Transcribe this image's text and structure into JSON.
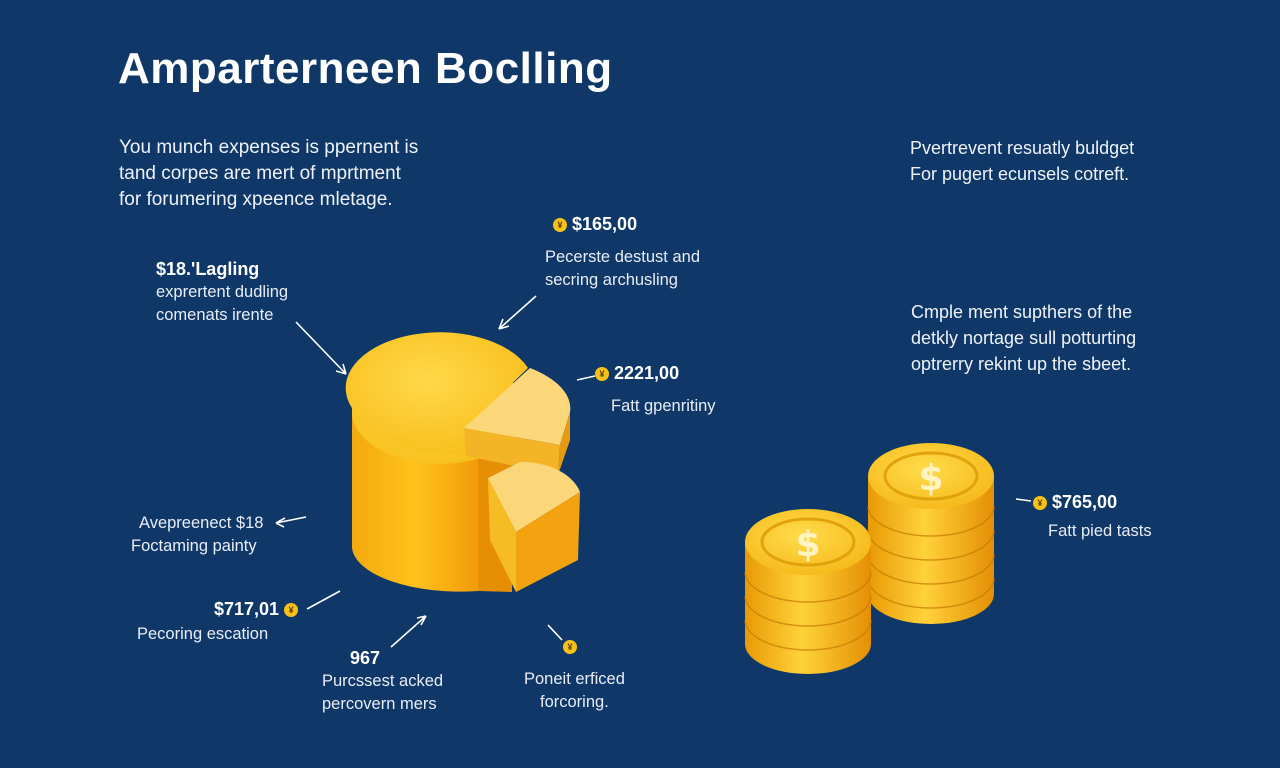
{
  "title": "Amparterneen Boclling",
  "intro": {
    "lines": [
      "You munch expenses is ppernent is",
      "tand corpes are mert of mprtment",
      "for forumering xpeence mletage."
    ]
  },
  "right_note_top": {
    "lines": [
      "Pvertrevent resuatly buldget",
      "For pugert ecunsels cotreft."
    ]
  },
  "right_note_mid": {
    "lines": [
      "Cmple ment supthers of the",
      "detkly nortage sull potturting",
      "optrerry rekint up the sbeet."
    ]
  },
  "callouts": {
    "c1": {
      "amount": "$18.'Lagling",
      "lines": [
        "exprertent dudling",
        "comenats irente"
      ]
    },
    "c2": {
      "amount": "$165,00",
      "lines": [
        "Pecerste destust and",
        "secring archusling"
      ]
    },
    "c3": {
      "amount": "2221,00",
      "lines": [
        "Fatt gpenritiny"
      ]
    },
    "c4": {
      "amount": "Avepreenect $18",
      "lines": [
        "Foctaming painty"
      ]
    },
    "c5": {
      "amount": "$717,01",
      "lines": [
        "Pecoring escation"
      ]
    },
    "c6": {
      "amount": "967",
      "lines": [
        "Purcssest acked",
        "percovern mers"
      ]
    },
    "c7": {
      "lines": [
        "Poneit erficed",
        "forcoring."
      ]
    },
    "c8": {
      "amount": "$765,00",
      "lines": [
        "Fatt pied tasts"
      ]
    }
  },
  "icons": {
    "pie": "pie-chart-icon",
    "coins": "coin-stack-icon",
    "badge": "coin-badge-icon"
  },
  "colors": {
    "background": "#0f3868",
    "accent": "#f6c21a",
    "text": "#ffffff"
  }
}
